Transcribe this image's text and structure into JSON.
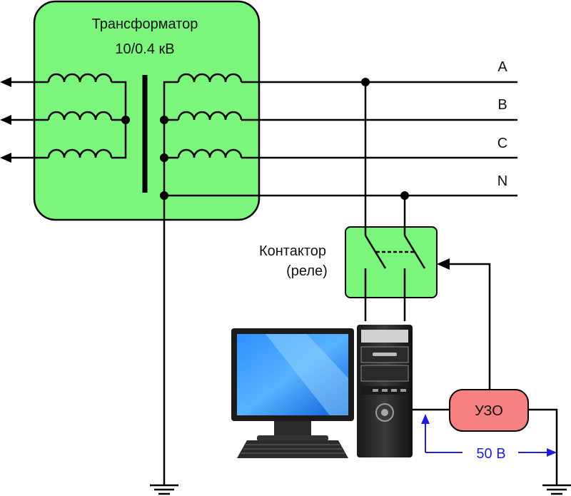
{
  "transformer": {
    "title": "Трансформатор",
    "rating": "10/0.4 кВ"
  },
  "phases": {
    "a": "A",
    "b": "B",
    "c": "C",
    "n": "N"
  },
  "contactor": {
    "line1": "Контактор",
    "line2": "(реле)"
  },
  "rcd": {
    "label": "УЗО"
  },
  "voltage": {
    "label": "50 В"
  },
  "colors": {
    "transformer_fill": "#7cf57c",
    "contactor_fill": "#7cf57c",
    "rcd_fill": "#f78080",
    "voltage": "#1f1fd6",
    "wire": "#000000"
  },
  "icons": {
    "computer": "desktop-computer-icon",
    "ground": "ground-icon"
  }
}
